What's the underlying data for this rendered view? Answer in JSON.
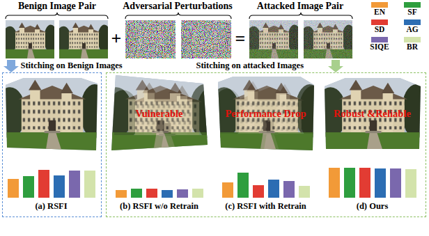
{
  "diagram": {
    "nodes": [
      {
        "text": [
          "Benign Image Pair"
        ]
      },
      {
        "text": [
          "Adversarial Perturbations"
        ]
      },
      {
        "text": [
          "Attacked Image Pair"
        ]
      },
      {
        "text": [
          "Stitching on Benign Images"
        ]
      },
      {
        "text": [
          "(a) RSFI"
        ],
        "in": 3
      },
      {
        "text": [
          "Stitching on attacked Images"
        ]
      },
      {
        "text": [
          "Vulnerable",
          "(b) RSFI w/o Retrain"
        ],
        "in": 5
      },
      {
        "text": [
          "Performance Drop",
          "(c) RSFI with Retrain"
        ],
        "in": 5
      },
      {
        "text": [
          "Robust &Reliable",
          "(d) Ours"
        ],
        "in": 5
      }
    ],
    "edges": [
      {
        "from": 0,
        "to": 3,
        "arrow": "to"
      },
      {
        "from": 2,
        "to": 5,
        "arrow": "to"
      }
    ],
    "labels": [
      "+",
      "="
    ],
    "legend": [
      {
        "text": "EN",
        "color": "#f29a38"
      },
      {
        "text": "SF",
        "color": "#2e9e3e"
      },
      {
        "text": "SD",
        "color": "#e23c33"
      },
      {
        "text": "AG",
        "color": "#2c6db3"
      },
      {
        "text": "SIQE",
        "color": "#7a68ad"
      },
      {
        "text": "BR",
        "color": "#d3e3ab"
      }
    ]
  }
}
